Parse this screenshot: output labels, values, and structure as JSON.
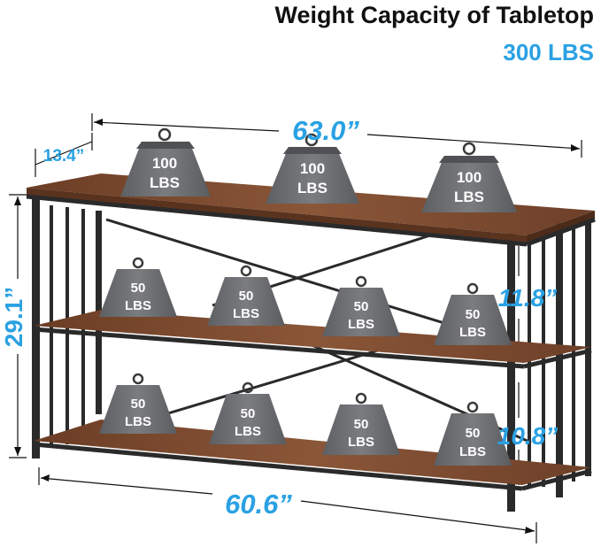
{
  "header": {
    "title": "Weight Capacity of Tabletop",
    "capacity": "300 LBS"
  },
  "dimensions": {
    "length_top": "63.0”",
    "depth": "13.4”",
    "height": "29.1”",
    "shelf_gap_upper": "11.8”",
    "shelf_gap_lower": "10.8”",
    "length_bottom": "60.6”"
  },
  "weights": {
    "top": [
      {
        "value": "100",
        "unit": "LBS"
      },
      {
        "value": "100",
        "unit": "LBS"
      },
      {
        "value": "100",
        "unit": "LBS"
      }
    ],
    "middle": [
      {
        "value": "50",
        "unit": "LBS"
      },
      {
        "value": "50",
        "unit": "LBS"
      },
      {
        "value": "50",
        "unit": "LBS"
      },
      {
        "value": "50",
        "unit": "LBS"
      }
    ],
    "bottom": [
      {
        "value": "50",
        "unit": "LBS"
      },
      {
        "value": "50",
        "unit": "LBS"
      },
      {
        "value": "50",
        "unit": "LBS"
      },
      {
        "value": "50",
        "unit": "LBS"
      }
    ]
  },
  "colors": {
    "accent": "#2aa1e3",
    "wood": "#7a4a30",
    "frame": "#2a2a2a",
    "weight": "#6d6f72"
  }
}
